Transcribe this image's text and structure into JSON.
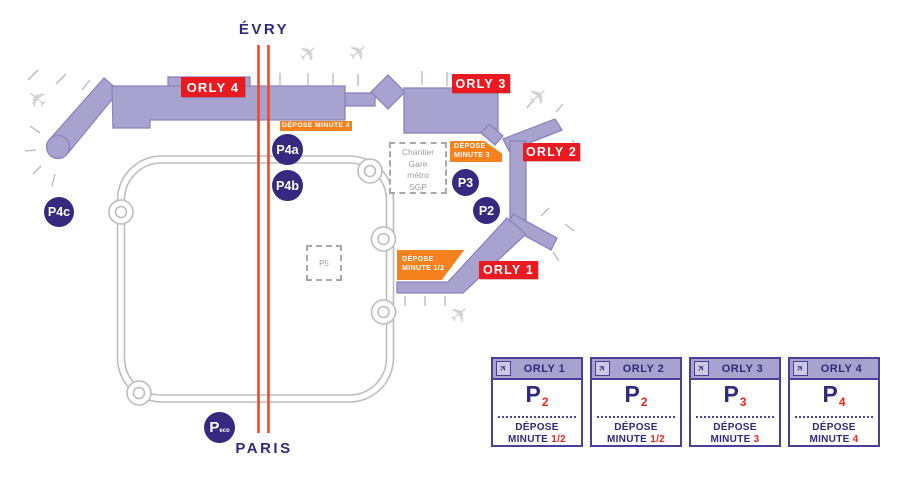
{
  "colors": {
    "terminal_fill": "#a8a3ce",
    "terminal_stroke": "#8b83bd",
    "badge_red": "#ea1a20",
    "badge_orange": "#f5821f",
    "parking_circle": "#36297f",
    "text_indigo": "#2f2a7c",
    "road_red": "#f2472a",
    "road_gray": "#bdbdbd",
    "legend_border": "#4c3e99",
    "number_red": "#e8251c"
  },
  "map": {
    "city_top": "ÉVRY",
    "city_bottom": "PARIS",
    "terminals": [
      {
        "label": "ORLY 4"
      },
      {
        "label": "ORLY 3"
      },
      {
        "label": "ORLY 2"
      },
      {
        "label": "ORLY 1"
      }
    ],
    "depose_minute_4": {
      "text": "DÉPOSE MINUTE 4"
    },
    "depose_minute_3": {
      "line1": "DÉPOSE",
      "line2": "MINUTE 3"
    },
    "depose_minute_12": {
      "line1": "DÉPOSE",
      "line2": "MINUTE 1/2"
    },
    "parkings": [
      {
        "label": "P4a"
      },
      {
        "label": "P4b"
      },
      {
        "label": "P4c"
      },
      {
        "label": "P3"
      },
      {
        "label": "P2"
      }
    ],
    "parking_eco": {
      "label": "P",
      "subscript": "eco"
    },
    "construction_zone": {
      "line1": "Chantier",
      "line2": "Gare",
      "line3": "métro",
      "line4": "SGP"
    },
    "p5": {
      "label": "P5"
    }
  },
  "legend": {
    "cards": [
      {
        "terminal": "ORLY 1",
        "parking_letter": "P",
        "parking_number": "2",
        "depose_line1": "DÉPOSE",
        "depose_word": "MINUTE",
        "depose_number": "1/2"
      },
      {
        "terminal": "ORLY 2",
        "parking_letter": "P",
        "parking_number": "2",
        "depose_line1": "DÉPOSE",
        "depose_word": "MINUTE",
        "depose_number": "1/2"
      },
      {
        "terminal": "ORLY 3",
        "parking_letter": "P",
        "parking_number": "3",
        "depose_line1": "DÉPOSE",
        "depose_word": "MINUTE",
        "depose_number": "3"
      },
      {
        "terminal": "ORLY 4",
        "parking_letter": "P",
        "parking_number": "4",
        "depose_line1": "DÉPOSE",
        "depose_word": "MINUTE",
        "depose_number": "4"
      }
    ]
  },
  "icons": {
    "airplane": "✈"
  }
}
